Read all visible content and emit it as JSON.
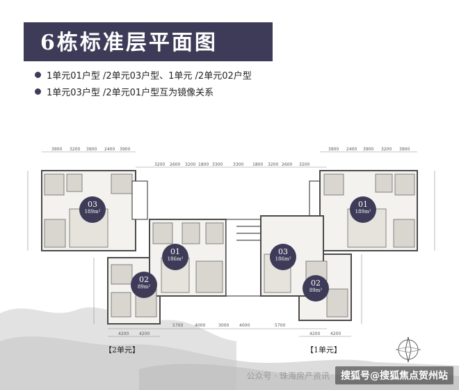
{
  "title": "6栋标准层平面图",
  "notes": [
    "1单元01户型 /2单元03户型、1单元 /2单元02户型",
    "1单元03户型 /2单元01户型互为镜像关系"
  ],
  "units": [
    {
      "code": "03",
      "area": "189m²"
    },
    {
      "code": "01",
      "area": "186m²"
    },
    {
      "code": "02",
      "area": "89m²"
    },
    {
      "code": "03",
      "area": "186m²"
    },
    {
      "code": "01",
      "area": "189m²"
    },
    {
      "code": "02",
      "area": "89m²"
    }
  ],
  "unit_labels": [
    "【2单元】",
    "【1单元】"
  ],
  "dims_top_left": [
    "3900",
    "3200",
    "3900",
    "2400",
    "3900"
  ],
  "dims_top_right": [
    "3900",
    "2400",
    "3900",
    "3200",
    "3900"
  ],
  "dims_middle": [
    "3200",
    "2600",
    "3200",
    "1800",
    "3300",
    "3300",
    "1800",
    "3200",
    "2600",
    "3200"
  ],
  "dims_bottom": [
    "5700",
    "4000",
    "3000",
    "4000",
    "5700"
  ],
  "dims_bottom_left": [
    "4200",
    "4200"
  ],
  "dims_bottom_right": [
    "4200",
    "4200"
  ],
  "watermark": {
    "publisher": "公众号 · 珠海房产资讯",
    "badge": "搜狐号@搜狐焦点贺州站"
  },
  "colors": {
    "accent": "#3e3b58",
    "wall": "#4a4a4a",
    "room": "#d9d5cf"
  }
}
